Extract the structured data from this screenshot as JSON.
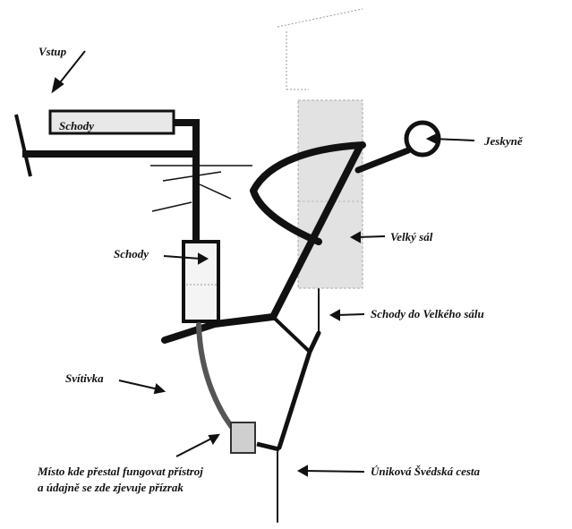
{
  "labels": {
    "vstup": "Vstup",
    "schody_top": "Schody",
    "jeskyne": "Jeskyně",
    "schody_mid": "Schody",
    "velky_sal": "Velký sál",
    "schody_do_velkeho_salu": "Schody do Velkého sálu",
    "svitivka": "Svítivka",
    "misto_line1": "Místo kde přestal fungovat přístroj",
    "misto_line2": "a údajně se zde zjevuje přízrak",
    "unikova_cesta": "Úniková Švédská cesta"
  },
  "colors": {
    "line": "#111111",
    "gray_path": "#555555",
    "hall_fill": "#e2e2e2",
    "ghost_box_fill": "#cfcfcf",
    "background": "#ffffff"
  }
}
